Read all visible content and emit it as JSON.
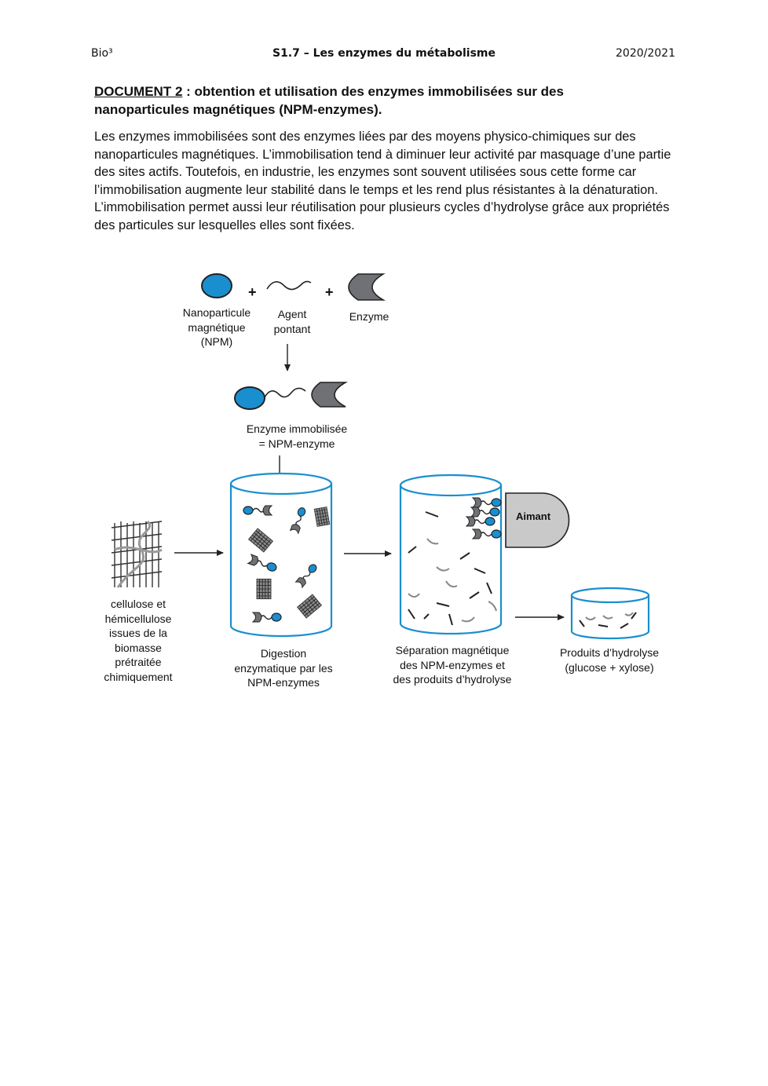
{
  "header": {
    "left": "Bio³",
    "center": "S1.7 – Les enzymes du métabolisme",
    "right": "2020/2021"
  },
  "document": {
    "label": "DOCUMENT 2",
    "title_rest": " : obtention et utilisation des enzymes immobilisées sur des nanoparticules magnétiques (NPM-enzymes).",
    "body": "Les enzymes immobilisées sont des enzymes liées par des moyens physico-chimiques sur des nanoparticules magnétiques. L’immobilisation tend à diminuer leur activité par masquage d’une partie des sites actifs. Toutefois, en industrie, les enzymes sont souvent utilisées sous cette forme car l’immobilisation augmente leur stabilité dans le temps et les rend plus résistantes à la dénaturation. L’immobilisation permet aussi leur réutilisation pour plusieurs cycles d’hydrolyse grâce aux propriétés des particules sur lesquelles elles sont fixées."
  },
  "diagram": {
    "npm_label": [
      "Nanoparticule",
      "magnétique",
      "(NPM)"
    ],
    "agent_label": [
      "Agent",
      "pontant"
    ],
    "enzyme_label": "Enzyme",
    "plus": "+",
    "immobilized_label": [
      "Enzyme immobilisée",
      "= NPM-enzyme"
    ],
    "substrate_label": [
      "cellulose et",
      "hémicellulose",
      "issues de la",
      "biomasse",
      "prétraitée",
      "chimiquement"
    ],
    "digestion_label": [
      "Digestion",
      "enzymatique par les",
      "NPM-enzymes"
    ],
    "separation_label": [
      "Séparation magnétique",
      "des NPM-enzymes et",
      "des produits d’hydrolyse"
    ],
    "products_label": [
      "Produits d’hydrolyse",
      "(glucose + xylose)"
    ],
    "magnet_label": "Aimant",
    "colors": {
      "npm_blue": "#1a8fcf",
      "enzyme_gray": "#6f7175",
      "magnet_gray": "#c9c9c9",
      "line": "#222222"
    }
  }
}
